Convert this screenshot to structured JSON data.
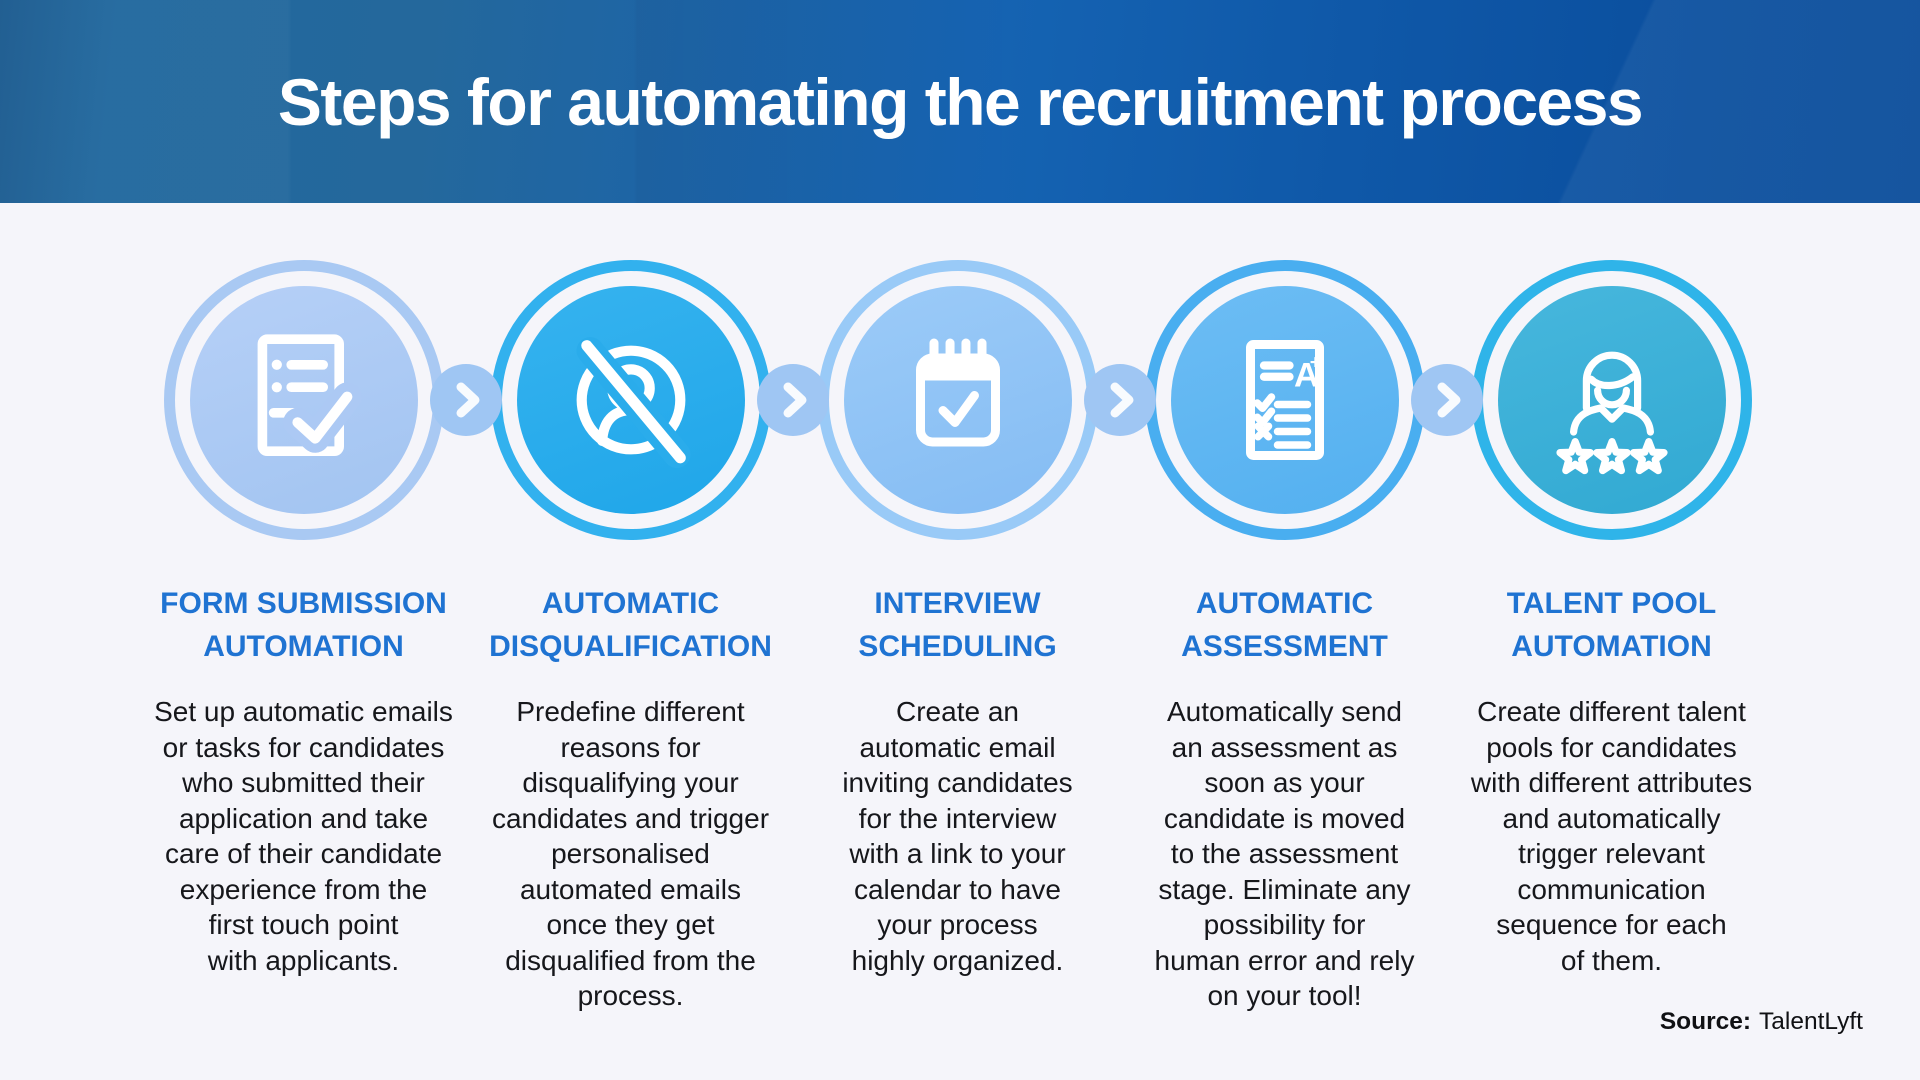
{
  "header": {
    "title": "Steps for automating the recruitment process",
    "background_left": "#21689E",
    "background_right": "#0A4C9A",
    "text_color": "#FFFFFF"
  },
  "page": {
    "background": "#F5F5FA",
    "step_title_color": "#1F73D2",
    "body_text_color": "#16171B",
    "connector_circle_color": "#9FC6F3",
    "connector_chevron_color": "#FFFFFF",
    "connector_icon": "chevron-right-icon"
  },
  "steps": [
    {
      "icon": "form-checklist-icon",
      "title": "FORM SUBMISSION\nAUTOMATION",
      "description": "Set up automatic emails\nor tasks for candidates\nwho submitted their\napplication and take\ncare of their candidate\nexperience from the\nfirst touch point\nwith applicants.",
      "ring_color": "#A9C9F3",
      "fill_color": "#ACC9F4"
    },
    {
      "icon": "disqualified-person-icon",
      "title": "AUTOMATIC\nDISQUALIFICATION",
      "description": "Predefine different\nreasons for\ndisqualifying your\ncandidates and trigger\npersonalised\nautomated emails\nonce they get\ndisqualified from the\nprocess.",
      "ring_color": "#32B1EE",
      "fill_color": "#2AACEB"
    },
    {
      "icon": "calendar-check-icon",
      "title": "INTERVIEW\nSCHEDULING",
      "description": "Create an\nautomatic email\ninviting candidates\nfor the interview\nwith a link to your\ncalendar to have\nyour process\nhighly organized.",
      "ring_color": "#99CAF7",
      "fill_color": "#90C4F5"
    },
    {
      "icon": "assessment-sheet-icon",
      "title": "AUTOMATIC\nASSESSMENT",
      "description": "Automatically send\nan assessment as\nsoon as your\ncandidate is moved\nto the assessment\nstage. Eliminate any\npossibility for\nhuman error and rely\non your tool!",
      "ring_color": "#49AEF0",
      "fill_color": "#60B7F2"
    },
    {
      "icon": "talent-person-stars-icon",
      "title": "TALENT POOL\nAUTOMATION",
      "description": "Create different talent\npools for candidates\nwith different attributes\nand automatically\ntrigger relevant\ncommunication\nsequence for each\nof them.",
      "ring_color": "#2FB4E9",
      "fill_color": "#3CAFD7"
    }
  ],
  "source": {
    "label": "Source:",
    "value": "TalentLyft"
  }
}
